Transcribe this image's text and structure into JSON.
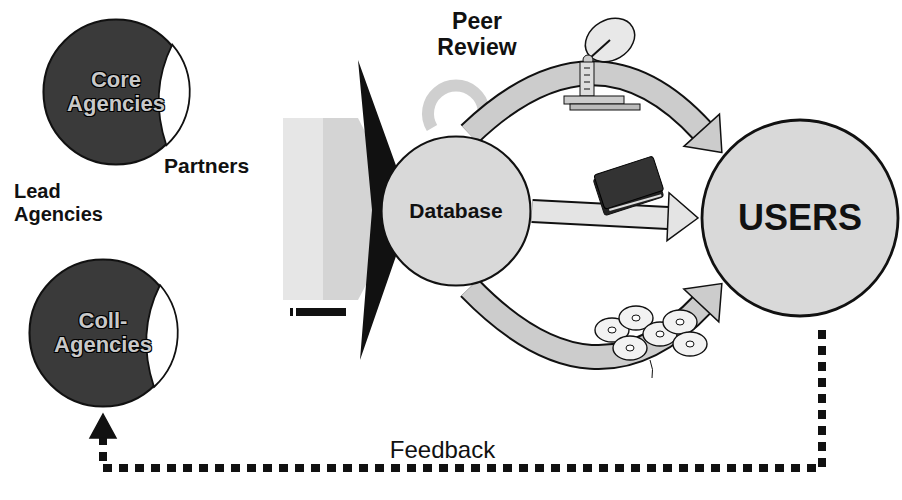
{
  "diagram": {
    "nodes": [
      {
        "text": [
          "Core Agencies"
        ]
      },
      {
        "text": [
          "Coll-Agencies"
        ]
      },
      {
        "text": [
          "Database"
        ]
      },
      {
        "text": [
          "USERS"
        ]
      }
    ],
    "edges": [
      {
        "from": 2,
        "to": 3,
        "arrow": "to"
      },
      {
        "from": 2,
        "to": 3,
        "arrow": "to"
      },
      {
        "from": 2,
        "to": 3,
        "arrow": "to"
      },
      {
        "from": 3,
        "to": 1,
        "label": "Feedback",
        "arrow": "to"
      }
    ],
    "labels": [
      "Peer Review",
      "Partners",
      "Lead Agencies"
    ]
  }
}
